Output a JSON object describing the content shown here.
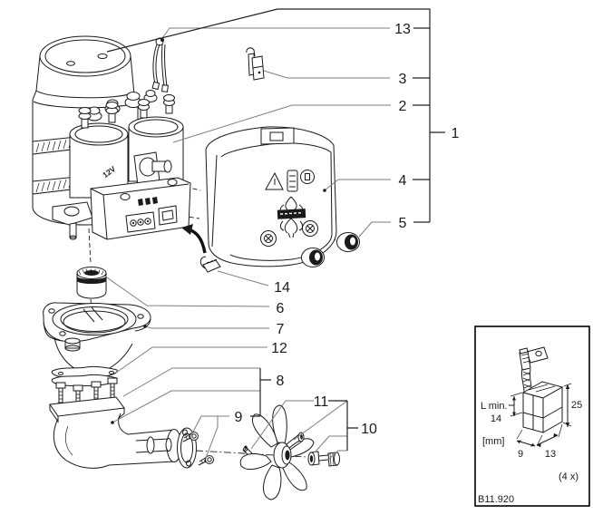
{
  "callouts": {
    "c1": "1",
    "c2": "2",
    "c3": "3",
    "c4": "4",
    "c5": "5",
    "c6": "6",
    "c7": "7",
    "c8": "8",
    "c9": "9",
    "c10": "10",
    "c11": "11",
    "c12": "12",
    "c13": "13",
    "c14": "14"
  },
  "motor": {
    "voltage_label": "12V"
  },
  "inset": {
    "l_min_label": "L min.",
    "l_min_value": "14",
    "height_mm": "25",
    "units_label": "[mm]",
    "base_depth_mm": "9",
    "base_width_mm": "13",
    "quantity_note": "(4 x)",
    "drawing_code": "B11.920"
  },
  "colors": {
    "line": "#1a1a1a",
    "leader": "#7d7d7d",
    "text": "#191923"
  }
}
